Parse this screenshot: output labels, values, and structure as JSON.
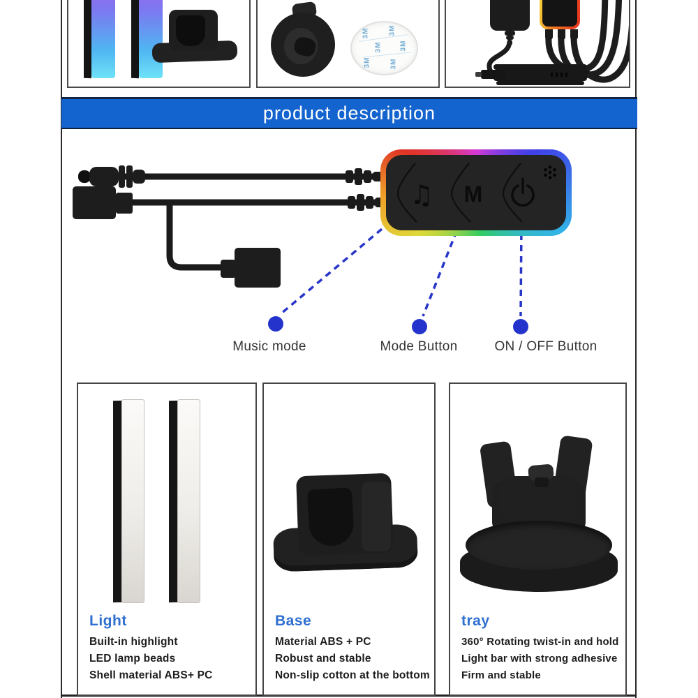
{
  "banner": {
    "title": "product description",
    "bg_color": "#1464cf",
    "text_color": "#ffffff"
  },
  "gallery": {
    "adhesive_label": "3M"
  },
  "controller": {
    "music_button_glyph": "♫",
    "mode_button_glyph": "M"
  },
  "callouts": [
    {
      "label": "Music mode"
    },
    {
      "label": "Mode Button"
    },
    {
      "label": "ON / OFF Button"
    }
  ],
  "features": [
    {
      "heading": "Light",
      "lines": [
        "Built-in highlight",
        "LED lamp beads",
        "Shell material ABS+ PC"
      ]
    },
    {
      "heading": "Base",
      "lines": [
        "Material ABS + PC",
        "Robust and stable",
        "Non-slip cotton at the bottom"
      ]
    },
    {
      "heading": "tray",
      "lines": [
        "360° Rotating twist-in and hold",
        "Light bar with strong adhesive",
        "Firm and stable"
      ]
    }
  ],
  "colors": {
    "banner_blue": "#1464cf",
    "feature_heading_blue": "#2e6fd0",
    "callout_blue": "#2433cb",
    "frame_dark": "#2a2a2a"
  }
}
